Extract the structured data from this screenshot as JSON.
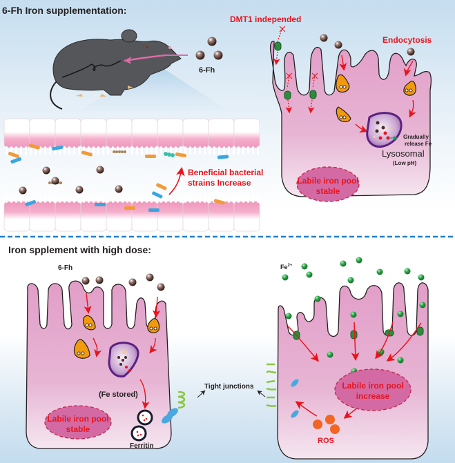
{
  "colors": {
    "cell_fill": "#e0a3c9",
    "cell_fill_light": "#f3e0ee",
    "arrow_red": "#e8141d",
    "divider_blue": "#1f7fc4",
    "particle": "#4a2a22",
    "fe2_green": "#2daa4a",
    "endosome_orange": "#f29a0d",
    "lysosome_purple": "#6b2d8f",
    "pool_fill": "#d46aa3",
    "tight_junction_green": "#8cc63f",
    "ros_orange": "#f26522"
  },
  "top_panel": {
    "title": "6-Fh Iron supplementation:",
    "particle_label": "6-Fh",
    "gut_label_line1": "Beneficial bacterial",
    "gut_label_line2": "strains Increase",
    "dmt1_label": "DMT1 independed",
    "endocytosis_label": "Endocytosis",
    "release_line1": "Gradually",
    "release_line2": "release Fe",
    "lysosome_label": "Lysosomal",
    "lysosome_sub": "(Low pH)",
    "pool_line1": "Labile iron pool",
    "pool_line2": "stable"
  },
  "bottom_panel": {
    "title": "Iron spplement with high dose:",
    "particle_label": "6-Fh",
    "fe_stored_label": "(Fe stored)",
    "ferritin_label": "Ferritin",
    "pool_left_line1": "Labile iron pool",
    "pool_left_line2": "stable",
    "tight_junctions_label": "Tight junctions",
    "fe2_label": "Fe",
    "fe2_sup": "2+",
    "pool_right_line1": "Labile iron pool",
    "pool_right_line2": "increase",
    "ros_label": "ROS"
  }
}
